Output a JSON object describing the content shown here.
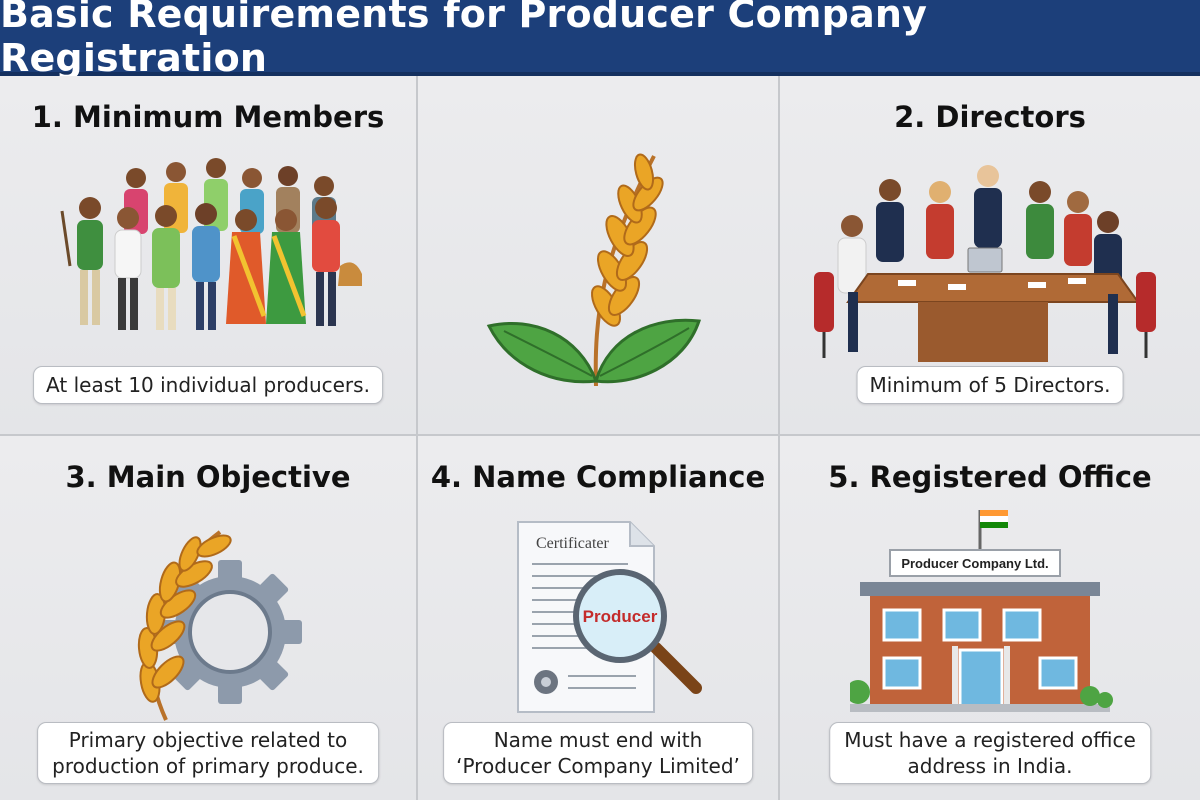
{
  "title": "Basic Requirements for Producer Company Registration",
  "cards": {
    "members": {
      "title": "1. Minimum Members",
      "caption": "At least 10 individual producers.",
      "icon": "farmers-group-icon"
    },
    "center": {
      "icon": "wheat-sprout-icon"
    },
    "directors": {
      "title": "2. Directors",
      "caption": "Minimum of 5 Directors.",
      "icon": "board-meeting-icon"
    },
    "objective": {
      "title": "3. Main Objective",
      "caption_line1": "Primary objective related to",
      "caption_line2": "production of primary produce.",
      "icon": "wheat-gear-icon"
    },
    "name": {
      "title": "4. Name Compliance",
      "caption_line1": "Name must end with",
      "caption_line2": "‘Producer Company Limited’",
      "certificate_heading": "Certificater",
      "magnified_word": "Producer",
      "icon": "certificate-magnifier-icon"
    },
    "office": {
      "title": "5. Registered Office",
      "caption_line1": "Must have a registered office",
      "caption_line2": "address in India.",
      "building_sign": "Producer Company Ltd.",
      "icon": "office-building-icon"
    }
  },
  "colors": {
    "header_bg": "#1c3f7a",
    "wheat": "#e6a020",
    "leaf": "#3f9a3a",
    "gear": "#8a98ab",
    "brick": "#c0633a"
  }
}
